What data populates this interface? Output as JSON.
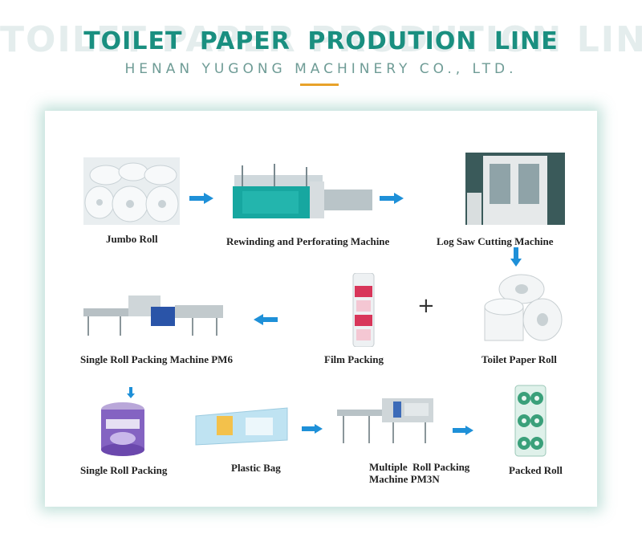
{
  "header": {
    "ghost_text": "TOILET PAPER PRODUTION LINE",
    "title": "TOILET PAPER PRODUTION LINE",
    "subtitle": "HENAN YUGONG MACHINERY CO., LTD."
  },
  "steps": [
    {
      "label": "Jumbo Roll"
    },
    {
      "label": "Rewinding and Perforating Machine"
    },
    {
      "label": "Log Saw Cutting Machine"
    },
    {
      "label": "Toilet Paper Roll"
    },
    {
      "label": "Film Packing"
    },
    {
      "label": "Single Roll Packing Machine PM6"
    },
    {
      "label": "Single Roll Packing"
    },
    {
      "label": "Plastic Bag"
    },
    {
      "label": "Multiple  Roll Packing\nMachine PM3N"
    },
    {
      "label": "Packed Roll"
    }
  ],
  "plus_symbol": "+",
  "colors": {
    "title": "#1a8f80",
    "subtitle": "#6f9c96",
    "accent": "#e8a22a",
    "arrow": "#1e90d8"
  }
}
